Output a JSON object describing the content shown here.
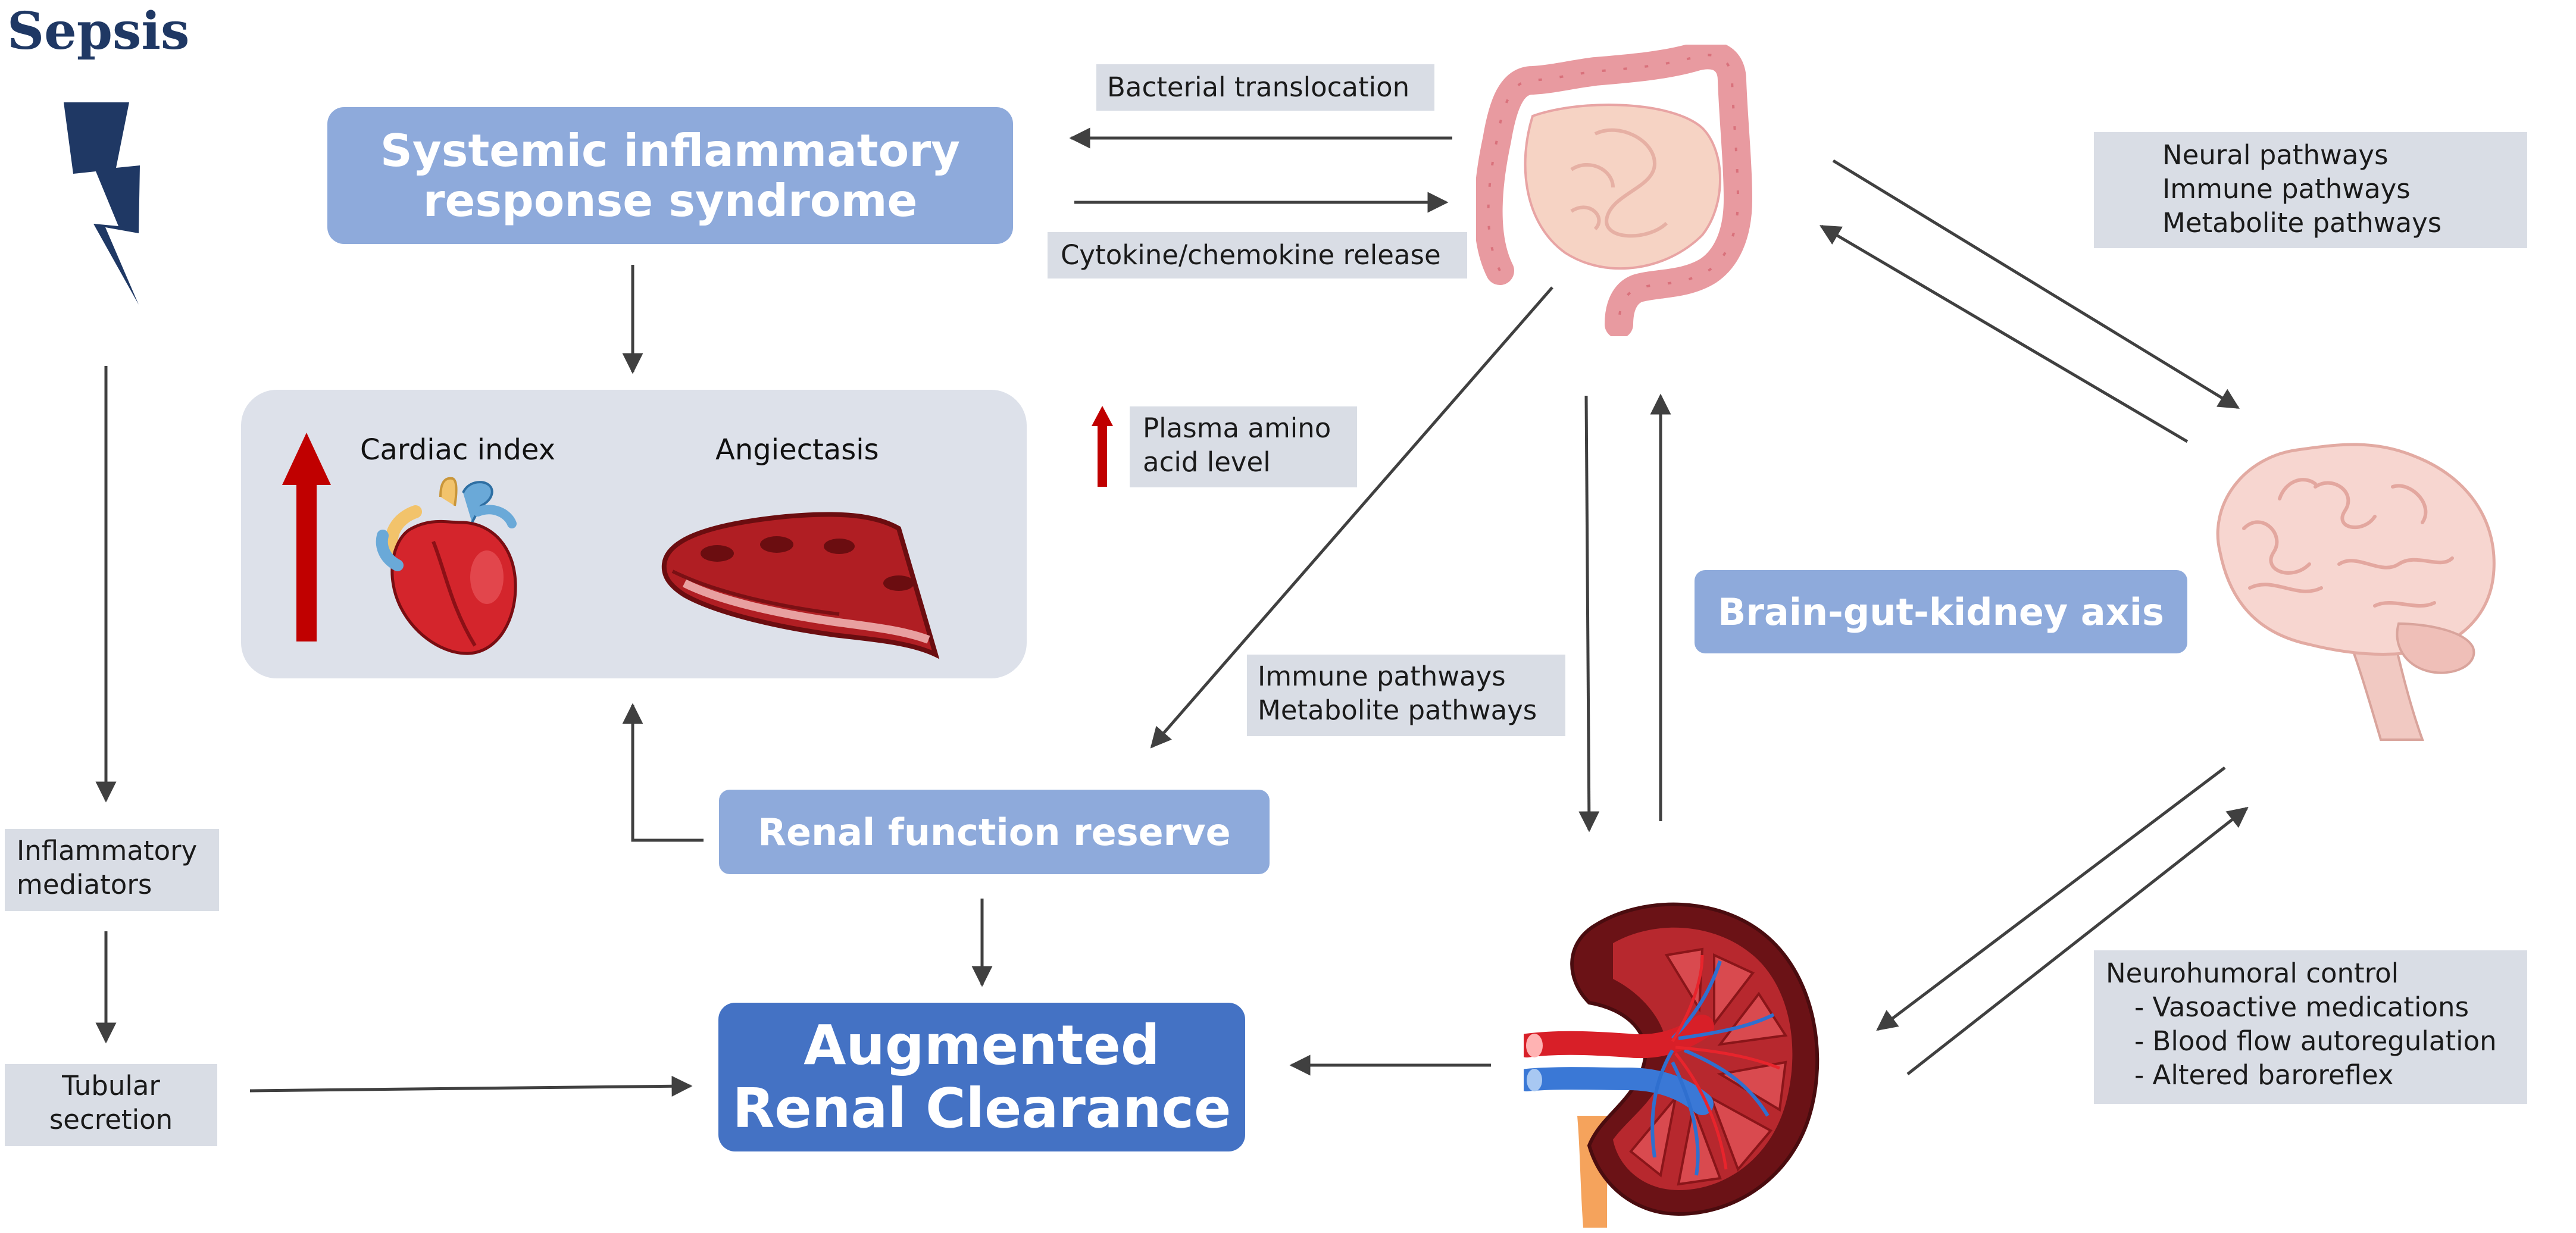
{
  "sepsis": {
    "title": "Sepsis"
  },
  "sirs": {
    "line1": "Systemic inflammatory",
    "line2": "response syndrome"
  },
  "hemodynamics": {
    "cardiac_index": "Cardiac index",
    "angiectasis": "Angiectasis"
  },
  "plasma": {
    "line1": "Plasma amino",
    "line2": "acid level"
  },
  "gut_labels": {
    "bacterial": "Bacterial translocation",
    "cytokine": "Cytokine/chemokine release"
  },
  "brain_pathways": {
    "neural": "Neural pathways",
    "immune": "Immune pathways",
    "metabolite": "Metabolite pathways"
  },
  "axis": {
    "label": "Brain-gut-kidney axis"
  },
  "renal_reserve": {
    "label": "Renal function reserve"
  },
  "gut_kidney_pathways": {
    "immune": "Immune pathways",
    "metabolite": "Metabolite pathways"
  },
  "left_chain": {
    "inflammatory_1": "Inflammatory",
    "inflammatory_2": "mediators",
    "tubular_1": "Tubular",
    "tubular_2": "secretion"
  },
  "arc": {
    "line1": "Augmented",
    "line2": "Renal Clearance"
  },
  "neurohumoral": {
    "title": "Neurohumoral control",
    "items": [
      "- Vasoactive medications",
      "- Blood flow autoregulation",
      "- Altered baroreflex"
    ]
  },
  "colors": {
    "light_box": "#8eaadb",
    "dark_box": "#4472c4",
    "label_bg": "#d9dde5",
    "panel_bg": "#dde1ea",
    "sepsis_navy": "#1f3864",
    "arrow_red": "#c00000",
    "arrow_line": "#404040"
  }
}
